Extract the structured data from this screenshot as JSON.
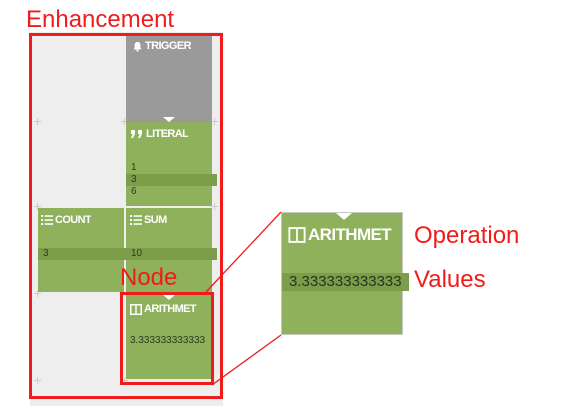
{
  "callouts": {
    "enhancement": "Enhancement",
    "node": "Node",
    "operation": "Operation",
    "values": "Values"
  },
  "plus_glyph": "+",
  "nodes": {
    "trigger": {
      "label": "TRIGGER",
      "icon": "bell-icon"
    },
    "literal": {
      "label": "LITERAL",
      "icon": "quote-icon",
      "values": [
        "1",
        "3",
        "6"
      ]
    },
    "count": {
      "label": "COUNT",
      "icon": "list-icon",
      "values": [
        "3"
      ]
    },
    "sum": {
      "label": "SUM",
      "icon": "list-icon",
      "values": [
        "10"
      ]
    },
    "arithmetic": {
      "label": "ARITHMET",
      "icon": "columns-icon",
      "values": [
        "3.333333333333"
      ]
    }
  },
  "zoom": {
    "label": "ARITHMET",
    "icon": "columns-icon",
    "value": "3.333333333333"
  },
  "colors": {
    "annotation": "#f01b1b",
    "node_green": "#8fb15c",
    "trigger_gray": "#9a9a9a",
    "canvas": "#eeeeee"
  }
}
